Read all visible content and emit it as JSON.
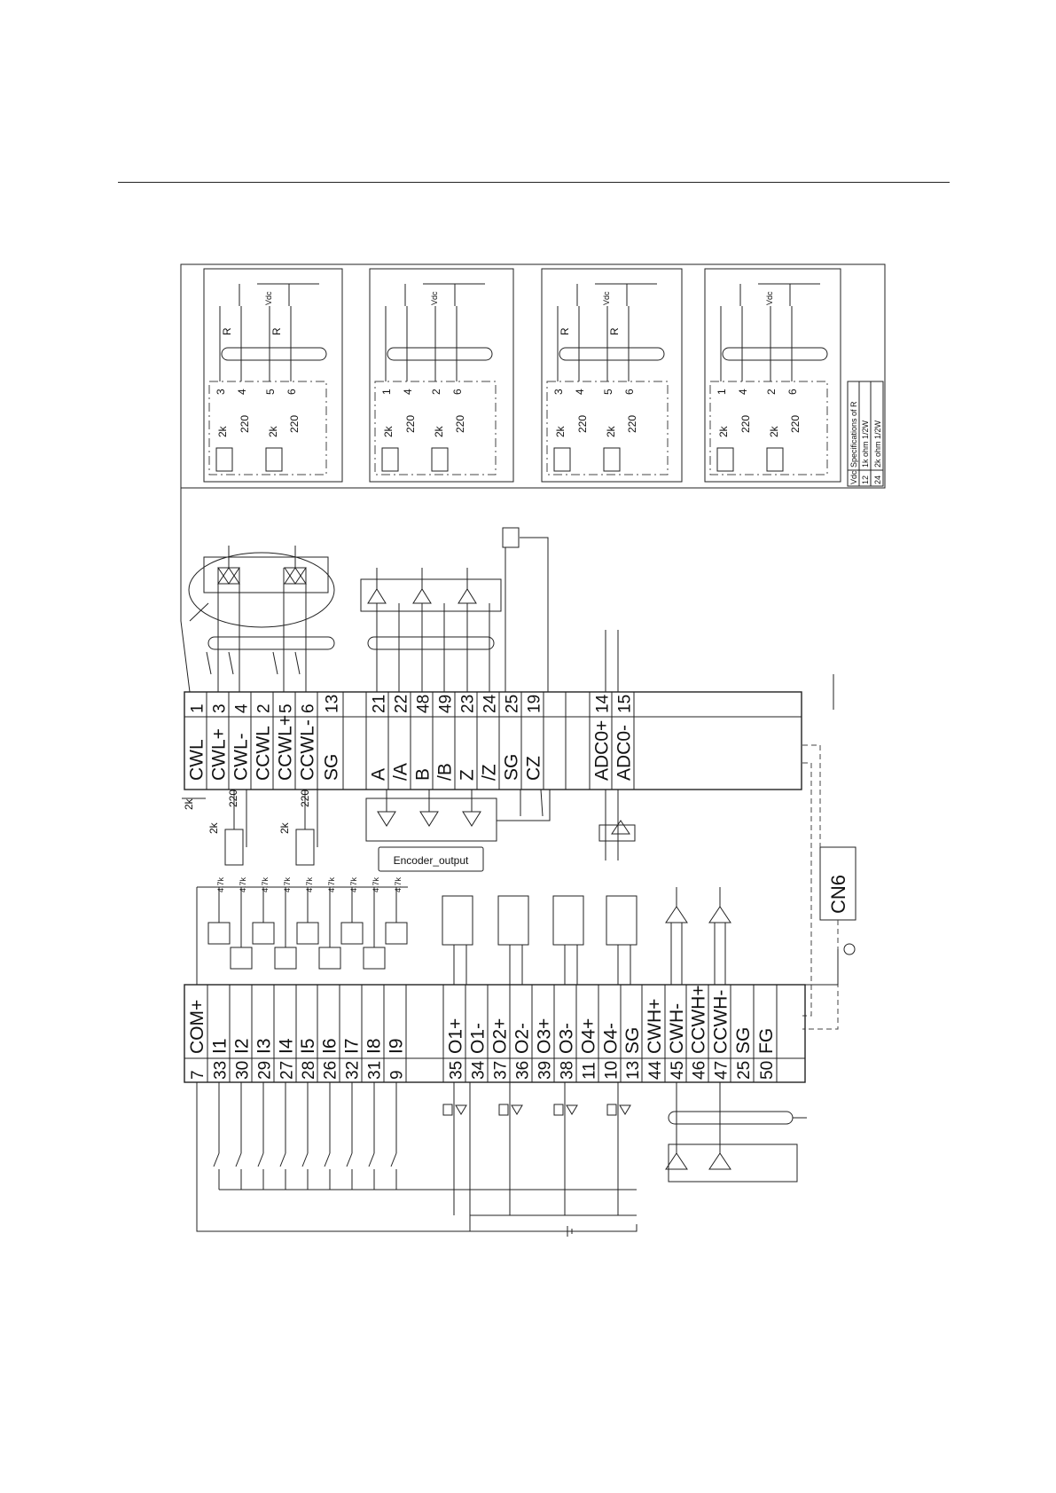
{
  "cn1_upper": {
    "signals": [
      "CWL",
      "CWL+",
      "CWL-",
      "CCWL",
      "CCWL+",
      "CCWL-",
      "SG",
      "",
      "A",
      "/A",
      "B",
      "/B",
      "Z",
      "/Z",
      "SG",
      "CZ",
      "",
      "",
      "ADC0+",
      "ADC0-"
    ],
    "pins": [
      "1",
      "3",
      "4",
      "2",
      "5",
      "6",
      "13",
      "",
      "21",
      "22",
      "48",
      "49",
      "23",
      "24",
      "25",
      "19",
      "",
      "",
      "14",
      "15"
    ]
  },
  "cn1_lower": {
    "signals": [
      "COM+",
      "I1",
      "I2",
      "I3",
      "I4",
      "I5",
      "I6",
      "I7",
      "I8",
      "I9",
      "",
      "O1+",
      "O1-",
      "O2+",
      "O2-",
      "O3+",
      "O3-",
      "O4+",
      "O4-",
      "SG",
      "CWH+",
      "CWH-",
      "CCWH+",
      "CCWH-",
      "SG",
      "FG"
    ],
    "pins": [
      "7",
      "33",
      "30",
      "29",
      "27",
      "28",
      "26",
      "32",
      "31",
      "9",
      "",
      "35",
      "34",
      "37",
      "36",
      "39",
      "38",
      "11",
      "10",
      "13",
      "44",
      "45",
      "46",
      "47",
      "25",
      "50"
    ]
  },
  "labels": {
    "encoder_output": "Encoder_output",
    "cn6": "CN6"
  },
  "components": {
    "resistor_2k": "2k",
    "resistor_220": "220",
    "resistor_4_7k": "4.7k",
    "resistor_r": "R",
    "supply_vdc": "Vdc"
  },
  "inset_pins": [
    [
      "3",
      "4",
      "5",
      "6"
    ],
    [
      "1",
      "4",
      "2",
      "6"
    ],
    [
      "3",
      "4",
      "5",
      "6"
    ],
    [
      "1",
      "4",
      "2",
      "6"
    ]
  ],
  "spec_table": {
    "title": "Specifications of R",
    "header": "Vdc",
    "rows": [
      [
        "12",
        "1k ohm 1/2W"
      ],
      [
        "24",
        "2k ohm 1/2W"
      ]
    ]
  }
}
